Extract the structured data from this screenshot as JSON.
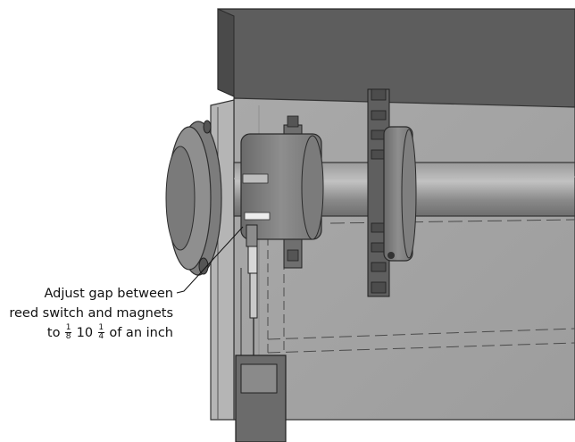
{
  "callout": {
    "line1": "Adjust gap between",
    "line2": "reed switch and magnets",
    "line3_prefix": "to",
    "frac1_num": "1",
    "frac1_den": "8",
    "line3_mid": "10",
    "frac2_num": "1",
    "frac2_den": "4",
    "line3_suffix": "of an inch"
  }
}
